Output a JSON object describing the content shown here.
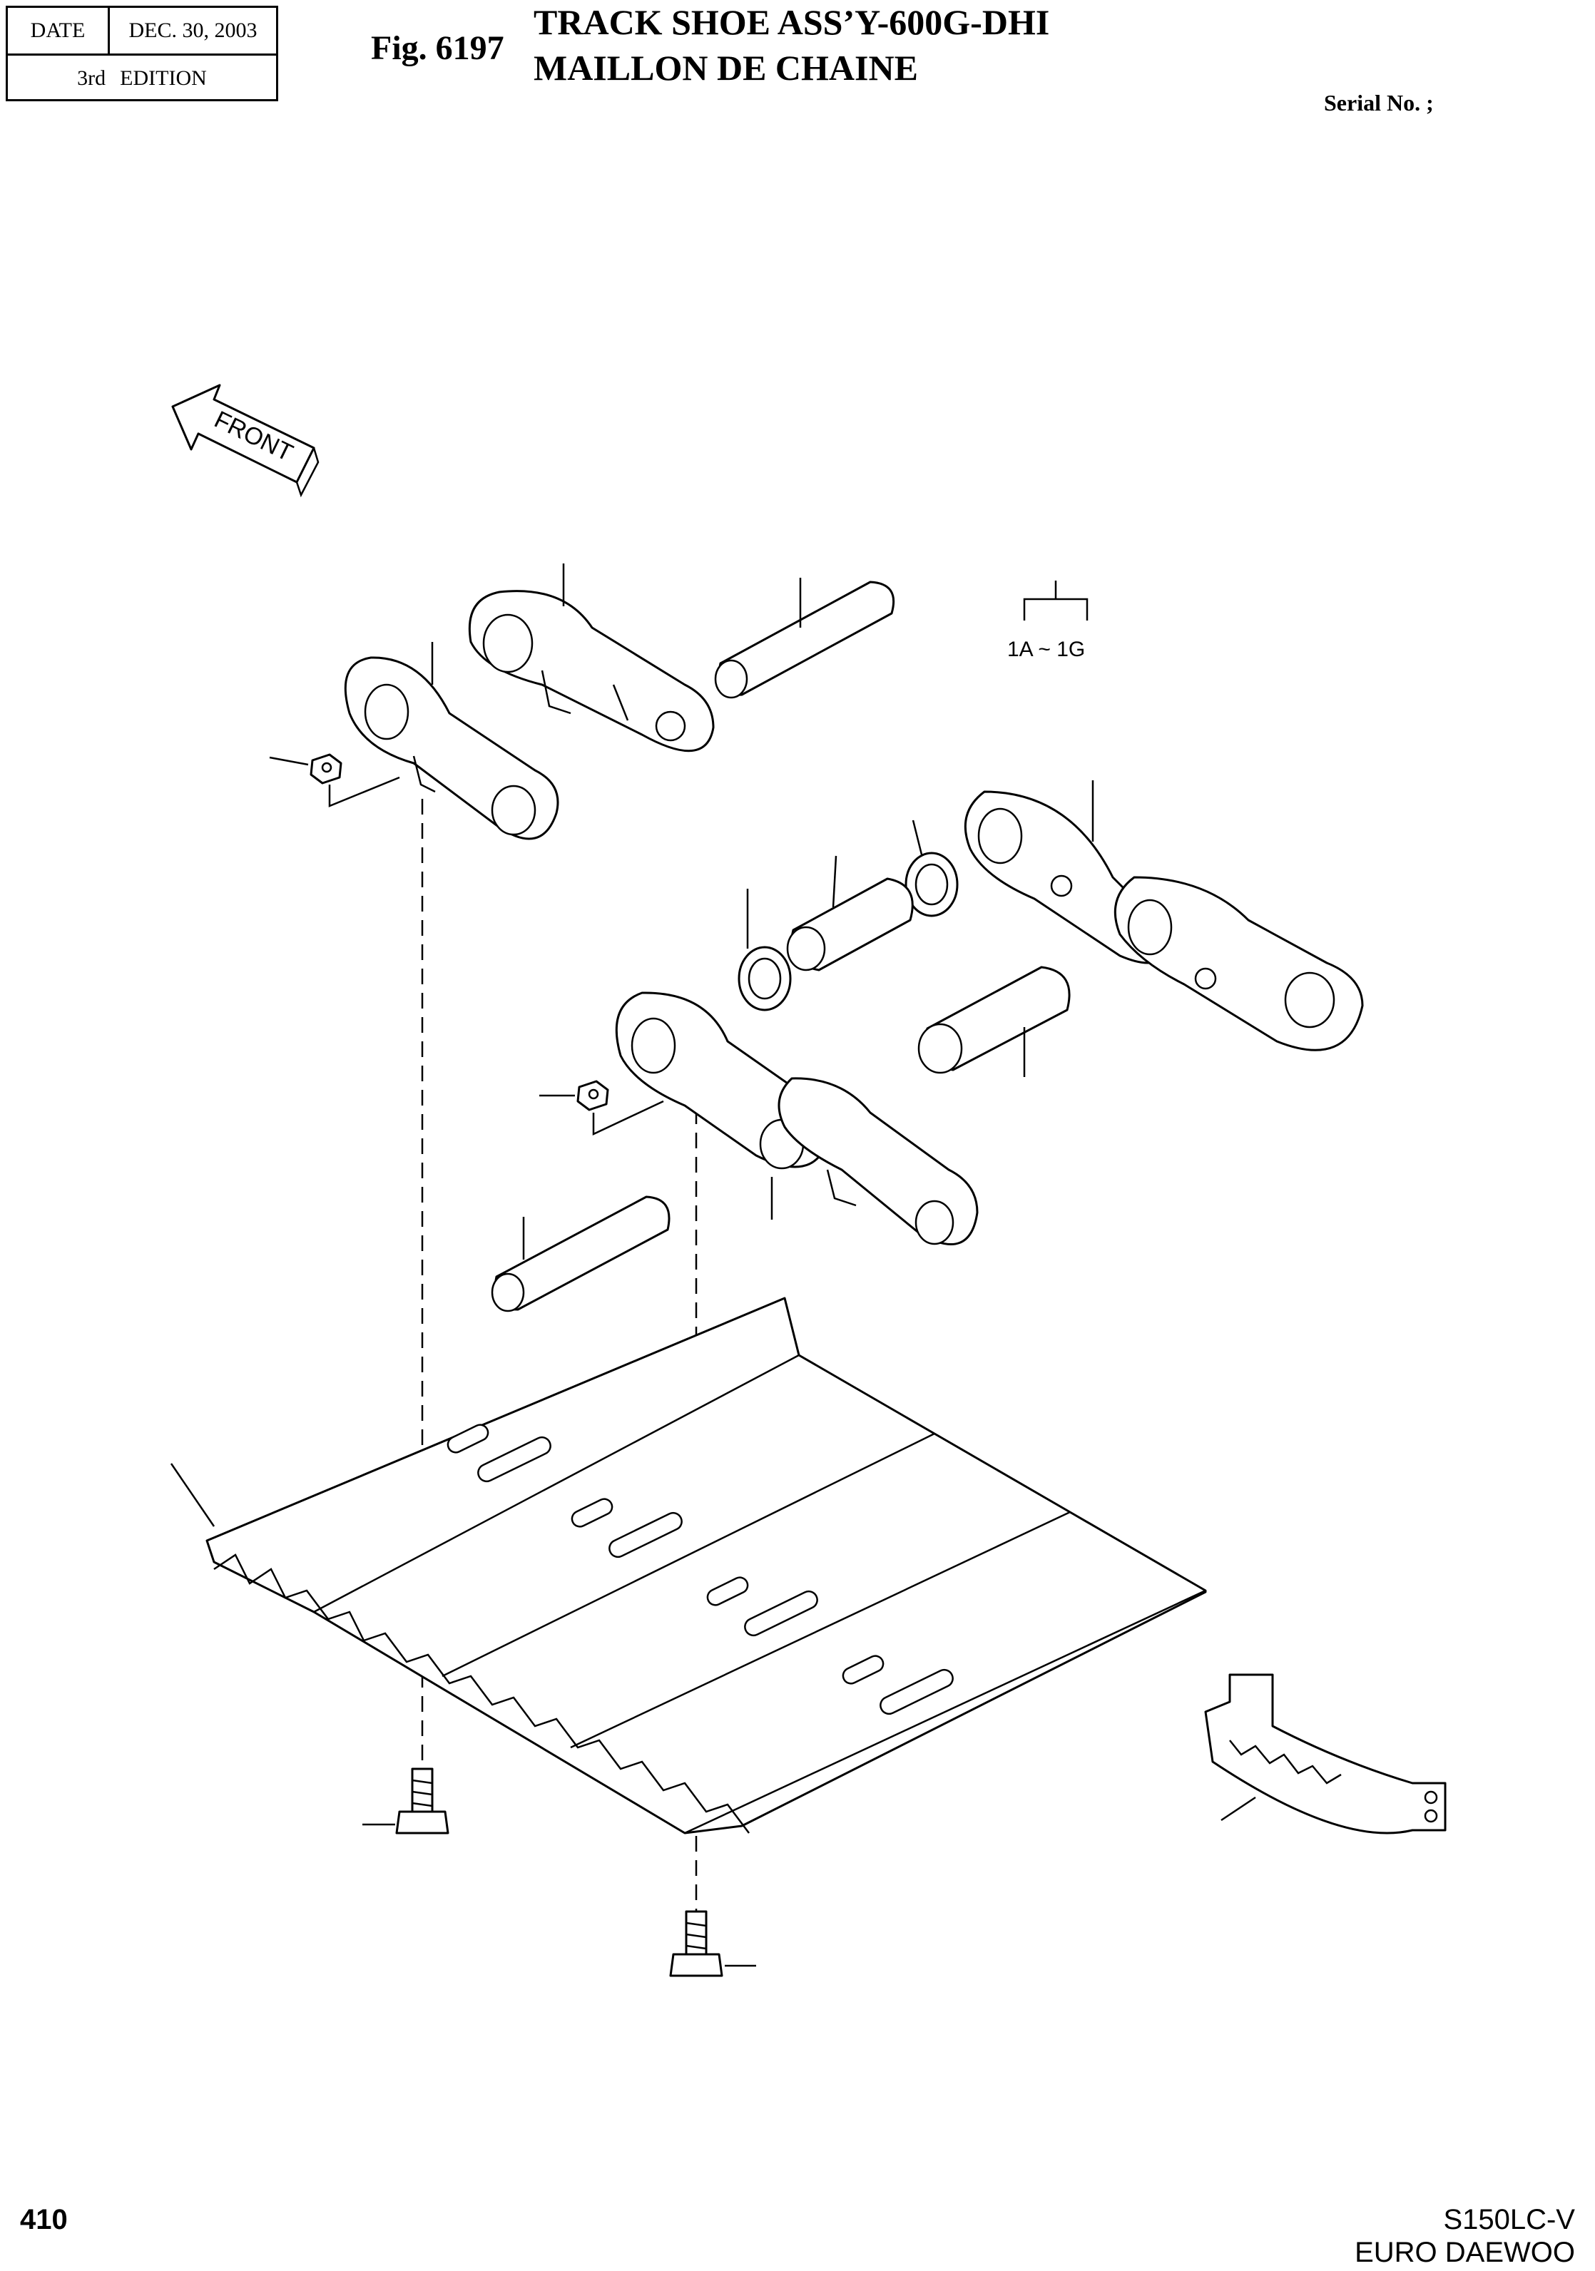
{
  "header": {
    "date_label": "DATE",
    "date_value": "DEC. 30, 2003",
    "edition_num": "3rd",
    "edition_label": "EDITION"
  },
  "figure": {
    "number": "Fig. 6197",
    "title_en": "TRACK SHOE ASS’Y-600G-DHI",
    "title_fr": "MAILLON DE CHAINE",
    "serial": "Serial No. ;"
  },
  "diagram": {
    "front_label": "FRONT",
    "range_label": "1A ~ 1G"
  },
  "footer": {
    "page": "410",
    "model": "S150LC-V",
    "maker": "EURO DAEWOO"
  }
}
